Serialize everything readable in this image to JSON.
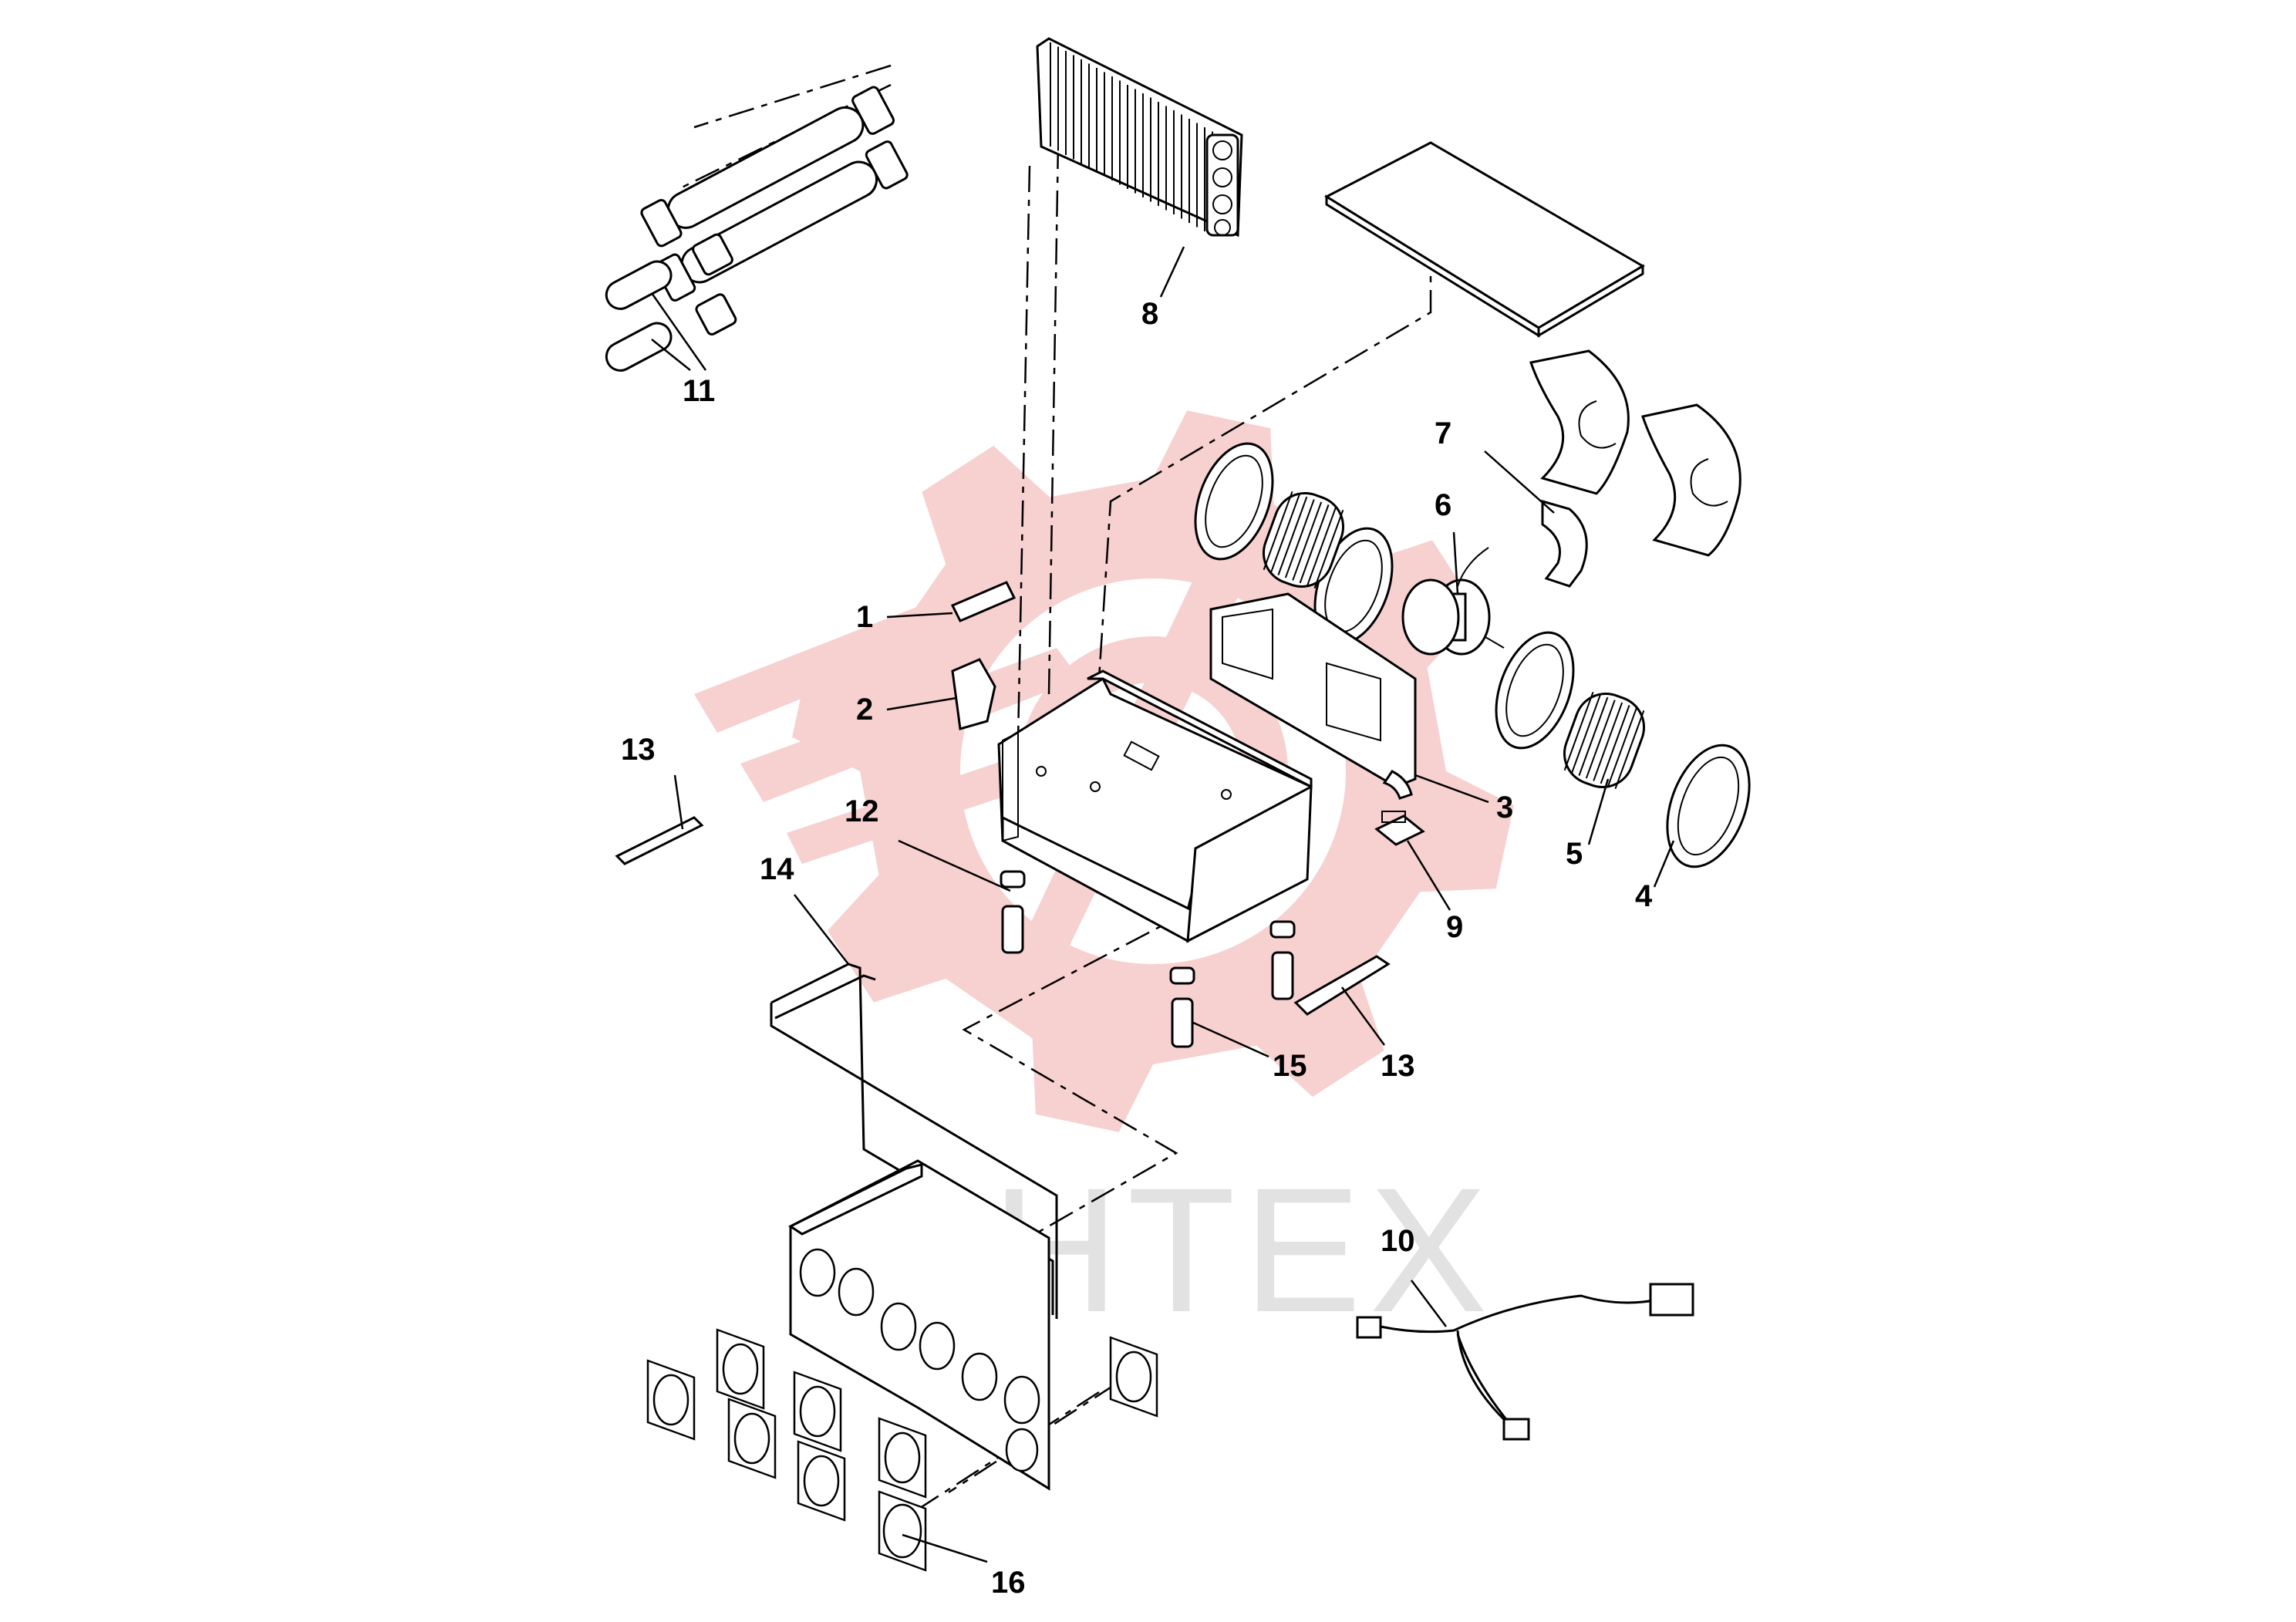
{
  "watermark": {
    "text": "ИНТЕХ",
    "gear_color": "#f6c8c8",
    "text_color": "#e2e2e2"
  },
  "callouts": [
    {
      "id": "c1",
      "label": "1"
    },
    {
      "id": "c2",
      "label": "2"
    },
    {
      "id": "c3",
      "label": "3"
    },
    {
      "id": "c4",
      "label": "4"
    },
    {
      "id": "c5",
      "label": "5"
    },
    {
      "id": "c6",
      "label": "6"
    },
    {
      "id": "c7",
      "label": "7"
    },
    {
      "id": "c8",
      "label": "8"
    },
    {
      "id": "c9",
      "label": "9"
    },
    {
      "id": "c10",
      "label": "10"
    },
    {
      "id": "c11",
      "label": "11"
    },
    {
      "id": "c12",
      "label": "12"
    },
    {
      "id": "c13a",
      "label": "13"
    },
    {
      "id": "c13b",
      "label": "13"
    },
    {
      "id": "c14",
      "label": "14"
    },
    {
      "id": "c15",
      "label": "15"
    },
    {
      "id": "c16",
      "label": "16"
    }
  ]
}
